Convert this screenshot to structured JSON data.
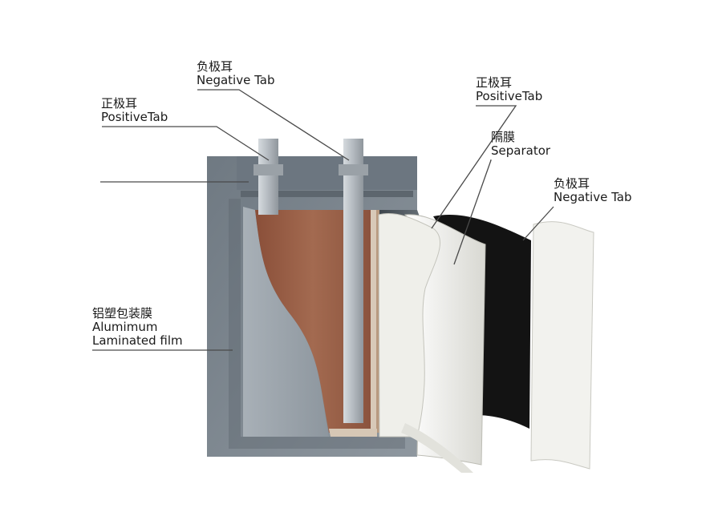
{
  "labels": {
    "positive_tab_left": {
      "zh": "正极耳",
      "en": "PositiveTab"
    },
    "negative_tab_top": {
      "zh": "负极耳",
      "en": "Negative Tab"
    },
    "positive_tab_right": {
      "zh": "正极耳",
      "en": "PositiveTab"
    },
    "separator": {
      "zh": "隔膜",
      "en": "Separator"
    },
    "negative_tab_right": {
      "zh": "负极耳",
      "en": "Negative Tab"
    },
    "aluminum_film": {
      "zh": "铝塑包装膜",
      "en1": "Alumimum",
      "en2": "Laminated film"
    }
  },
  "colors": {
    "pouch": "#7d8790",
    "pouch_inner": "#9aa3ab",
    "copper": "#9a5e45",
    "tab": "#b8bec4",
    "separator": "#141414",
    "sheet": "#eeeeea",
    "leader": "#4a4a4a"
  }
}
